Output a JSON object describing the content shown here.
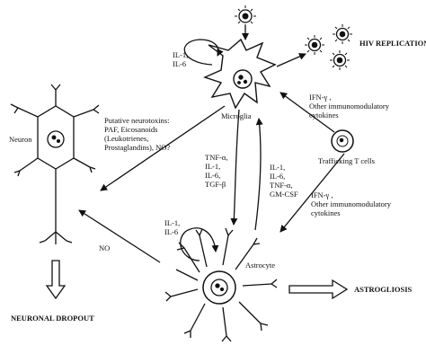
{
  "labels": {
    "hiv_replication": "HIV REPLICATION",
    "microglia": "Microglia",
    "microglia_cytokines_1": "IL-1,",
    "microglia_cytokines_2": "IL-6",
    "neurotoxins_1": "Putative neurotoxins:",
    "neurotoxins_2": "PAF, Eicosanoids",
    "neurotoxins_3": "(Leukotrienes,",
    "neurotoxins_4": "Prostaglandins), NO?",
    "neuron": "Neuron",
    "ifn_top_1": "IFN-γ ,",
    "ifn_top_2": "Other immunomodulatory",
    "ifn_top_3": "cytokines",
    "trafficking": "Trafficking T cells",
    "ifn_bottom_1": "IFN-γ ,",
    "ifn_bottom_2": "Other immunomodulatory",
    "ifn_bottom_3": "cytokines",
    "mg_to_astro_1": "TNF-α,",
    "mg_to_astro_2": "IL-1,",
    "mg_to_astro_3": "IL-6,",
    "mg_to_astro_4": "TGF-β",
    "astro_to_mg_1": "IL-1,",
    "astro_to_mg_2": "IL-6,",
    "astro_to_mg_3": "TNF-α,",
    "astro_to_mg_4": "GM-CSF",
    "astro_cytokines_1": "IL-1,",
    "astro_cytokines_2": "IL-6",
    "no": "NO",
    "astrocyte": "Astrocyte",
    "astrogliosis": "ASTROGLIOSIS",
    "neuronal_dropout": "NEURONAL DROPOUT"
  }
}
